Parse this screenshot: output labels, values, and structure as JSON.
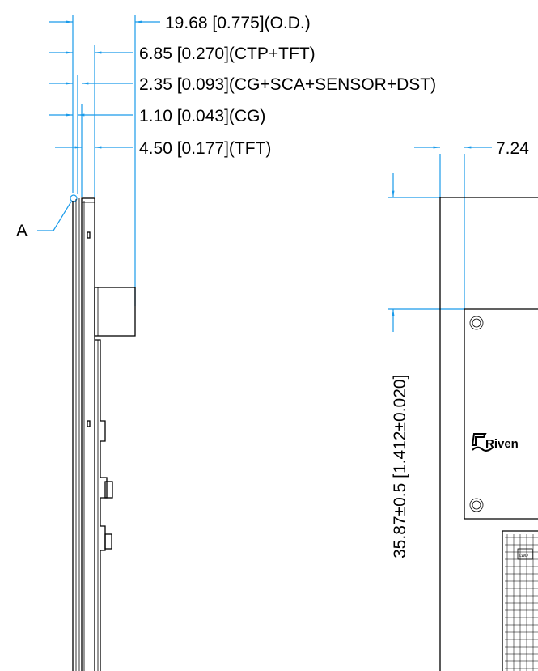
{
  "dimensions": {
    "od": "19.68 [0.775](O.D.)",
    "ctp_tft": "6.85 [0.270](CTP+TFT)",
    "cg_sca": "2.35 [0.093](CG+SCA+SENSOR+DST)",
    "cg": "1.10 [0.043](CG)",
    "tft": "4.50 [0.177](TFT)",
    "front_width": "7.24",
    "vertical": "35.87±0.5 [1.412±0.020]"
  },
  "callout": {
    "label": "A"
  },
  "logo": {
    "text": "Riven"
  },
  "connector": {
    "label": "LWD"
  },
  "colors": {
    "dimension_line": "#1a9bea",
    "outline": "#000000"
  }
}
